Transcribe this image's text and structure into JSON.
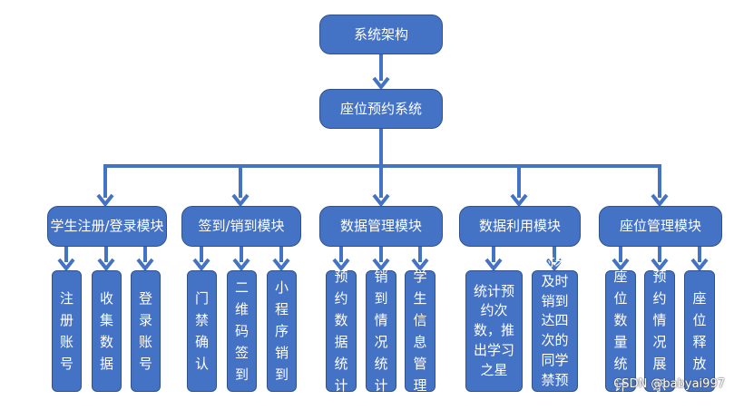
{
  "diagram": {
    "root": "系统架构",
    "system": "座位预约系统",
    "modules": [
      {
        "label": "学生注册/登录模块",
        "items": [
          "注册账号",
          "收集数据",
          "登录账号"
        ]
      },
      {
        "label": "签到/销到模块",
        "items": [
          "门禁确认",
          "二维码签到",
          "小程序销到"
        ]
      },
      {
        "label": "数据管理模块",
        "items": [
          "预约数据统计",
          "销到情况统计",
          "学生信息管理"
        ]
      },
      {
        "label": "数据利用模块",
        "items": [
          "统计预约次数，推出学习之星",
          "对未及时销到达四次的同学禁预约"
        ]
      },
      {
        "label": "座位管理模块",
        "items": [
          "座位数量统计",
          "预约情况展示",
          "座位释放"
        ]
      }
    ],
    "watermark": "CSDN @babyai997",
    "colors": {
      "box": "#4472c4",
      "border": "#2f528f",
      "connector": "#4472c4",
      "text": "#ffffff"
    }
  }
}
